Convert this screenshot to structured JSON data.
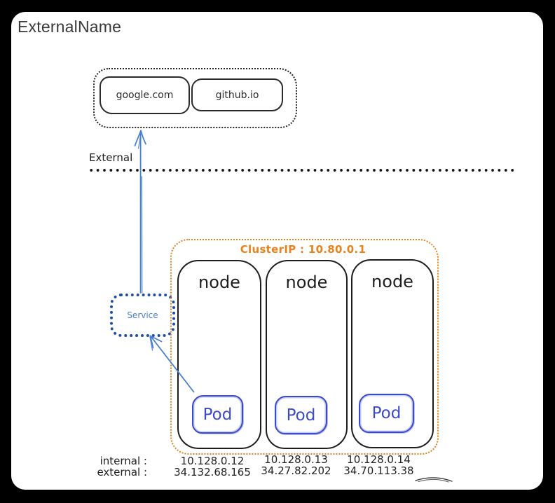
{
  "title": "ExternalName",
  "palette": {
    "page_bg": "#000000",
    "card_bg": "#ffffff",
    "ink": "#1e1e1e",
    "cluster_orange": "#e8821c",
    "service_border_blue": "#1d4fa8",
    "arrow_blue": "#4a80d1",
    "pod_blue": "#3b4bc8"
  },
  "external_zone": {
    "label": "External",
    "domains": [
      {
        "name": "google.com"
      },
      {
        "name": "github.io"
      }
    ]
  },
  "service": {
    "label": "Service"
  },
  "cluster": {
    "label": "ClusterIP : 10.80.0.1",
    "nodes": [
      {
        "label": "node",
        "pod_label": "Pod",
        "internal_ip": "10.128.0.12",
        "external_ip": "34.132.68.165"
      },
      {
        "label": "node",
        "pod_label": "Pod",
        "internal_ip": "10.128.0.13",
        "external_ip": "34.27.82.202"
      },
      {
        "label": "node",
        "pod_label": "Pod",
        "internal_ip": "10.128.0.14",
        "external_ip": "34.70.113.38"
      }
    ]
  },
  "ip_legend": {
    "internal": "internal :",
    "external": "external :"
  }
}
